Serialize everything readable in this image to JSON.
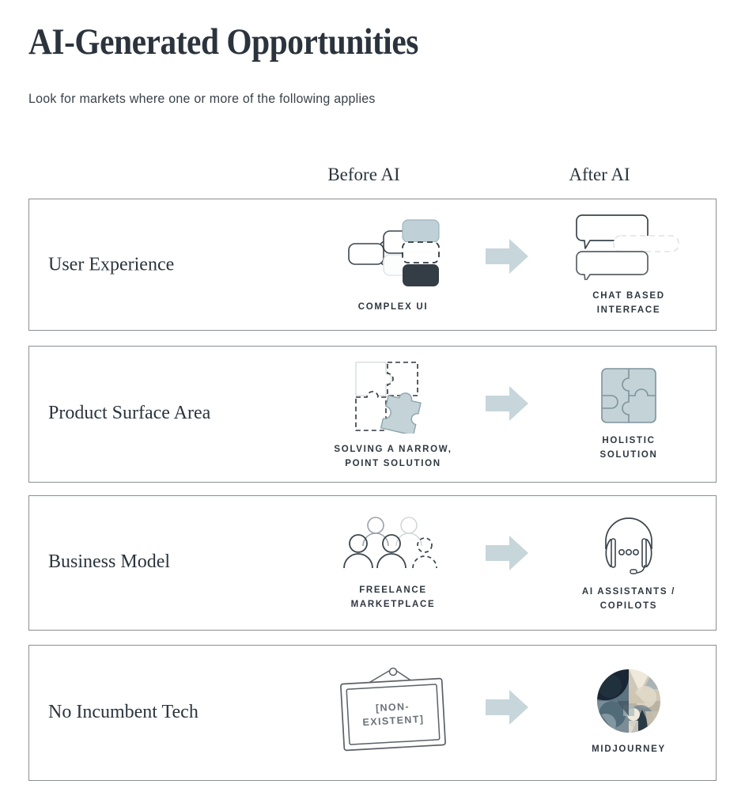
{
  "header": {
    "title": "AI-Generated Opportunities",
    "subtitle": "Look for markets where one or more of the following applies"
  },
  "columns": {
    "before_label": "Before AI",
    "after_label": "After AI"
  },
  "colors": {
    "arrow": "#c6d6da",
    "accent_fill": "#c3d3d8",
    "outline_dark": "#3b444c",
    "outline_light": "#d8dee0",
    "chip_dark": "#343d46",
    "chip_tint": "#bfd0d7",
    "text": "#2e3740",
    "row_border": "#8a8f94"
  },
  "rows": [
    {
      "label": "User Experience",
      "before_caption": "Complex UI",
      "before_icon": "node-tree-icon",
      "after_caption": "Chat based\ninterface",
      "after_icon": "chat-bubbles-icon",
      "arrow_icon": "right-arrow-icon"
    },
    {
      "label": "Product Surface Area",
      "before_caption": "Solving a narrow,\npoint solution",
      "before_icon": "scattered-puzzle-icon",
      "after_caption": "Holistic\nsolution",
      "after_icon": "assembled-puzzle-icon",
      "arrow_icon": "right-arrow-icon"
    },
    {
      "label": "Business Model",
      "before_caption": "Freelance\nmarketplace",
      "before_icon": "people-group-icon",
      "after_caption": "AI assistants /\ncopilots",
      "after_icon": "headset-icon",
      "arrow_icon": "right-arrow-icon"
    },
    {
      "label": "No Incumbent Tech",
      "before_caption": "",
      "before_icon": "hanging-sign-icon",
      "before_sign_text": "[NON-\nEXISTENT]",
      "after_caption": "Midjourney",
      "after_icon": "midjourney-logo-icon",
      "arrow_icon": "right-arrow-icon"
    }
  ]
}
